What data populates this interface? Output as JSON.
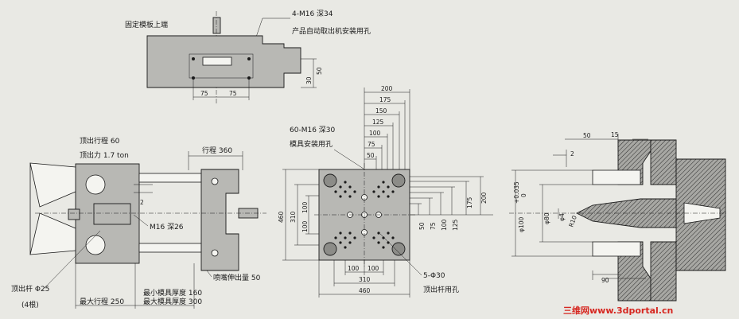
{
  "top_view": {
    "title": "固定模板上端",
    "callout_line1": "4-M16 深34",
    "callout_line2": "产品自动取出机安装用孔",
    "dim_h": [
      "75",
      "75"
    ],
    "dim_v": [
      "30",
      "50"
    ]
  },
  "side_view": {
    "ejector_stroke": "顶出行程 60",
    "ejector_force": "顶出力 1.7 ton",
    "stroke": "行程 360",
    "dim_2": "2",
    "thread": "M16 深26",
    "nozzle_ext": "喷嘴伸出量 50",
    "ejector_rod": "顶出杆 Φ25",
    "rod_count": "(4根)",
    "max_stroke": "最大行程 250",
    "min_mold": "最小模具厚度 160",
    "max_mold": "最大模具厚度 300"
  },
  "platen_view": {
    "holes_line1": "60-M16 深30",
    "holes_line2": "模具安装用孔",
    "top_dims": [
      "200",
      "175",
      "150",
      "125",
      "100",
      "75",
      "50"
    ],
    "right_dims": [
      "50",
      "75",
      "100",
      "125",
      "175",
      "200"
    ],
    "left_dims": [
      "460",
      "310",
      "100",
      "100"
    ],
    "bottom_dims_small": [
      "100",
      "100"
    ],
    "bottom_dim_mid": "310",
    "bottom_dim_full": "460",
    "ejector_holes_line1": "5-Φ30",
    "ejector_holes_line2": "顶出杆用孔"
  },
  "nozzle_view": {
    "dim_50": "50",
    "dim_15": "15",
    "dim_2": "2",
    "dia_100": "φ100",
    "tol": "+0.035",
    "tol_low": "0",
    "dia_80": "φ80",
    "dia_4": "φ4",
    "radius": "R10",
    "dim_90": "90"
  },
  "watermark": "三维网www.3dportal.cn",
  "colors": {
    "watermark": "#d6261f",
    "line": "#1a1a1a",
    "part": "#b8b8b4"
  }
}
